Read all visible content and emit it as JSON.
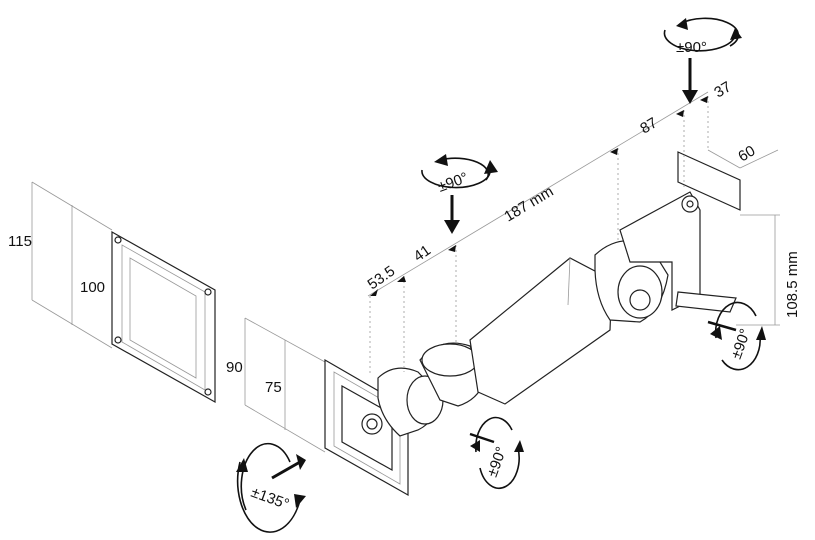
{
  "labels": {
    "plate_115": "115",
    "plate_100": "100",
    "plate_90": "90",
    "plate_75": "75",
    "dim_53_5": "53.5",
    "dim_41": "41",
    "dim_187": "187  mm",
    "dim_87": "87",
    "dim_37": "37",
    "dim_60": "60",
    "dim_108_5": "108.5 mm",
    "rot_top": "±90°",
    "rot_mid": "±90°",
    "rot_elbow": "±90°",
    "rot_wall": "±90°",
    "rot_tilt": "±135°"
  }
}
